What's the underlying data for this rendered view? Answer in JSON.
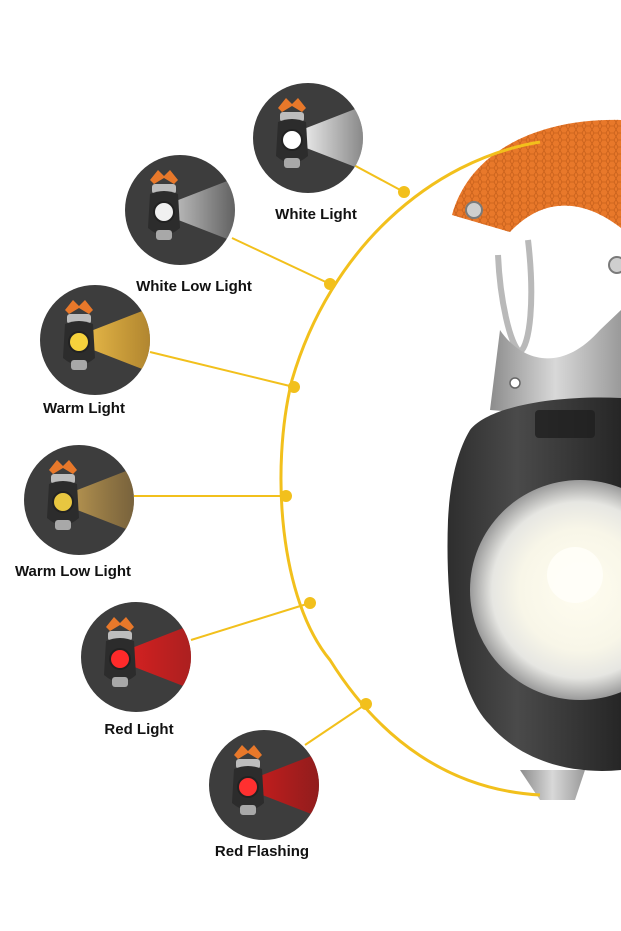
{
  "colors": {
    "curve": "#f2c01c",
    "body_orange": "#e8782a",
    "body_dark": "#3a3a3a",
    "white_light": "#f4f4f4",
    "warm_light": "#e0a830",
    "red_light": "#d21e1e"
  },
  "modes": [
    {
      "label": "White Light",
      "beam": "white"
    },
    {
      "label": "White Low Light",
      "beam": "white_low"
    },
    {
      "label": "Warm Light",
      "beam": "warm"
    },
    {
      "label": "Warm Low Light",
      "beam": "warm_low"
    },
    {
      "label": "Red Light",
      "beam": "red"
    },
    {
      "label": "Red Flashing",
      "beam": "red_flash"
    }
  ]
}
